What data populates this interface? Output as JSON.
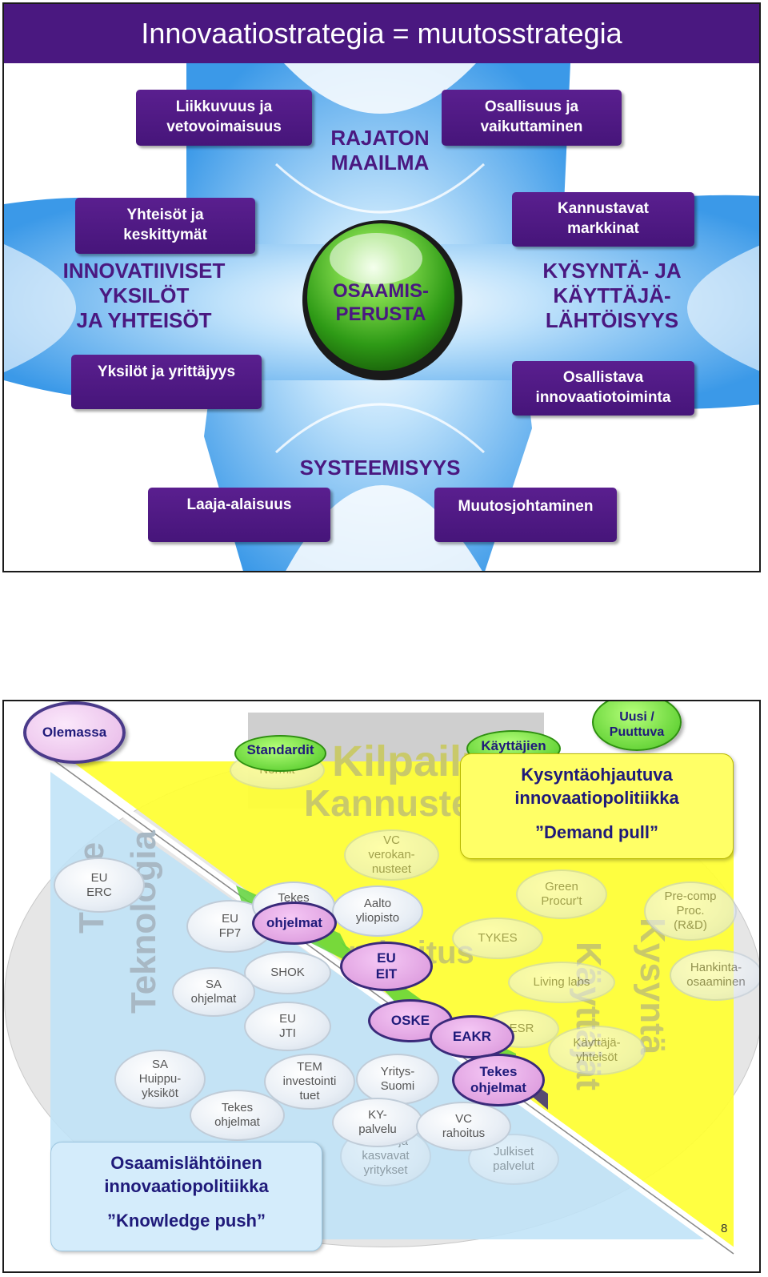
{
  "slide1": {
    "title": "Innovaatiostrategia = muutosstrategia",
    "boxes": {
      "top_left": "Liikkuvuus ja\nvetovoimaisuus",
      "top_right": "Osallisuus ja\nvaikuttaminen",
      "mid_left": "Yhteisöt ja\nkeskittymät",
      "mid_right": "Kannustavat\nmarkkinat",
      "low_left": "Yksilöt ja yrittäjyys",
      "low_right": "Osallistava\ninnovaatiotoiminta",
      "bottom_left": "Laaja-alaisuus",
      "bottom_right": "Muutosjohtaminen"
    },
    "labels": {
      "top": "RAJATON\nMAAILMA",
      "left": "INNOVATIIVISET\nYKSILÖT\nJA YHTEISÖT",
      "right": "KYSYNTÄ- JA\nKÄYTTÄJÄ-\nLÄHTÖISYYS",
      "bottom": "SYSTEEMISYYS",
      "center": "OSAAMIS-\nPERUSTA"
    },
    "colors": {
      "header": "#4a1880",
      "box": "#4f1a84",
      "light_blue": "#3a9be8",
      "orb": "#3fae1e"
    }
  },
  "slide2": {
    "legend_existing": "Olemassa",
    "legend_new": "Uusi /\nPuuttuva",
    "demand_title": "Kysyntäohjautuva\ninnovaatiopolitiikka",
    "demand_subtitle": "”Demand pull”",
    "knowledge_title": "Osaamislähtöinen\ninnovaatiopolitiikka",
    "knowledge_subtitle": "”Knowledge push”",
    "page_number": "8",
    "faded_words": {
      "kilpailu": "Kilpailu",
      "kannusteet": "Kannusteet",
      "tiede": "Tiede",
      "teknologia": "Teknologia",
      "kayttajat": "Käyttäjät",
      "kysynta": "Kysyntä",
      "rahoitus": "rahoitus"
    },
    "green_items": {
      "standardit": "Standardit",
      "kayttajien": "Käyttäjien",
      "tekes_ohjelmat_1": "ohjelmat",
      "eu_eit": "EU\nEIT",
      "oske": "OSKE",
      "eakr": "EAKR",
      "tekes_ohjelmat_2": "Tekes\nohjelmat"
    },
    "bubbles": {
      "normit": "Normit",
      "vc_verokannusteet": "VC\nverokan-\nnusteet",
      "tekes_ohjelmat_a": "Tekes\nohjelmat",
      "aalto": "Aalto\nyliopisto",
      "eu_erc": "EU\nERC",
      "eu_fp7": "EU\nFP7",
      "shok": "SHOK",
      "sa_ohjelmat": "SA\nohjelmat",
      "eu_jti": "EU\nJTI",
      "sa_huippu": "SA\nHuippu-\nyksiköt",
      "tem_invest": "TEM\ninvestointi\ntuet",
      "tekes_ohjelmat_b": "Tekes\nohjelmat",
      "yritys_suomi": "Yritys-\nSuomi",
      "ky_palvelu": "KY-\npalvelu",
      "vc_rahoitus": "VC\nrahoitus",
      "green_procurement": "Green\nProcur't",
      "tykes": "TYKES",
      "pre_comp": "Pre-comp\nProc.\n(R&D)",
      "living_labs": "Living labs",
      "hankinta": "Hankinta-\nosaaminen",
      "esr": "ESR",
      "kayttajayhteisot": "Käyttäjä-\nyhteisöt",
      "uudet_yritykset": "Uudet ja\nkasvavat\nyritykset",
      "julkiset_palvelut": "Julkiset\npalvelut"
    },
    "colors": {
      "yellow": "#ffff33",
      "light_blue": "#bfe3f7",
      "green": "#6ad63c",
      "text_navy": "#1f1a7a"
    }
  }
}
